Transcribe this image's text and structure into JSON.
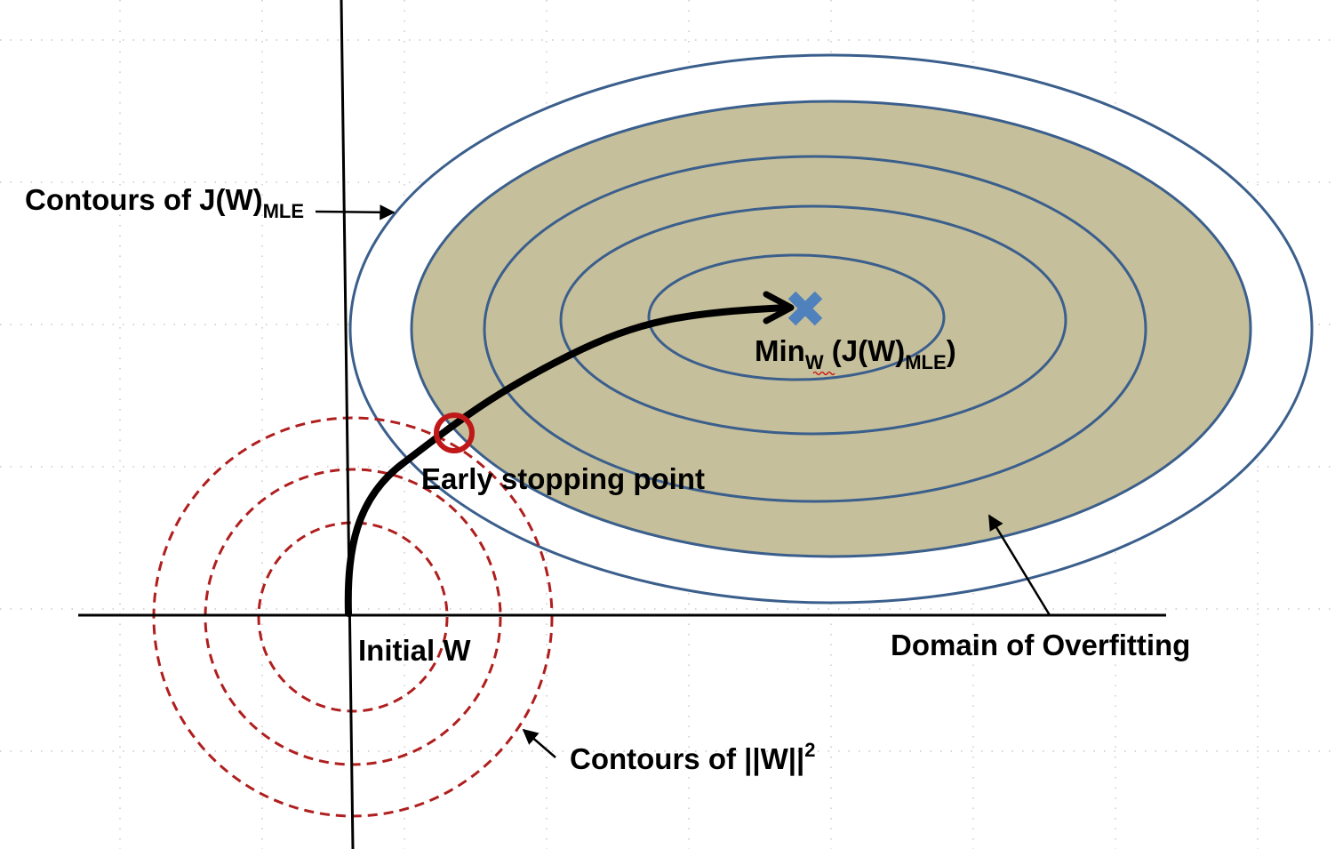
{
  "labels": {
    "contours_j": {
      "text": "Contours of J(W)",
      "sub": "MLE"
    },
    "minimum": {
      "prefix": "Min",
      "prefix_sub": "W",
      "middle": " (J(W)",
      "middle_sub": "MLE",
      "suffix": ")"
    },
    "early_stopping": "Early stopping point",
    "initial_w": "Initial W",
    "domain_overfitting": "Domain of Overfitting",
    "contours_norm": {
      "text": "Contours of ||W||",
      "sup": "2"
    }
  },
  "colors": {
    "axis": "#000000",
    "contour_j": "#3b5f8c",
    "overfitting_fill": "#c6bf9b",
    "contour_norm": "#b01e1e",
    "early_stop_marker": "#c01818",
    "minimum_marker": "#4f81bd",
    "path": "#000000",
    "grid_dots": "#bdbdbd"
  }
}
